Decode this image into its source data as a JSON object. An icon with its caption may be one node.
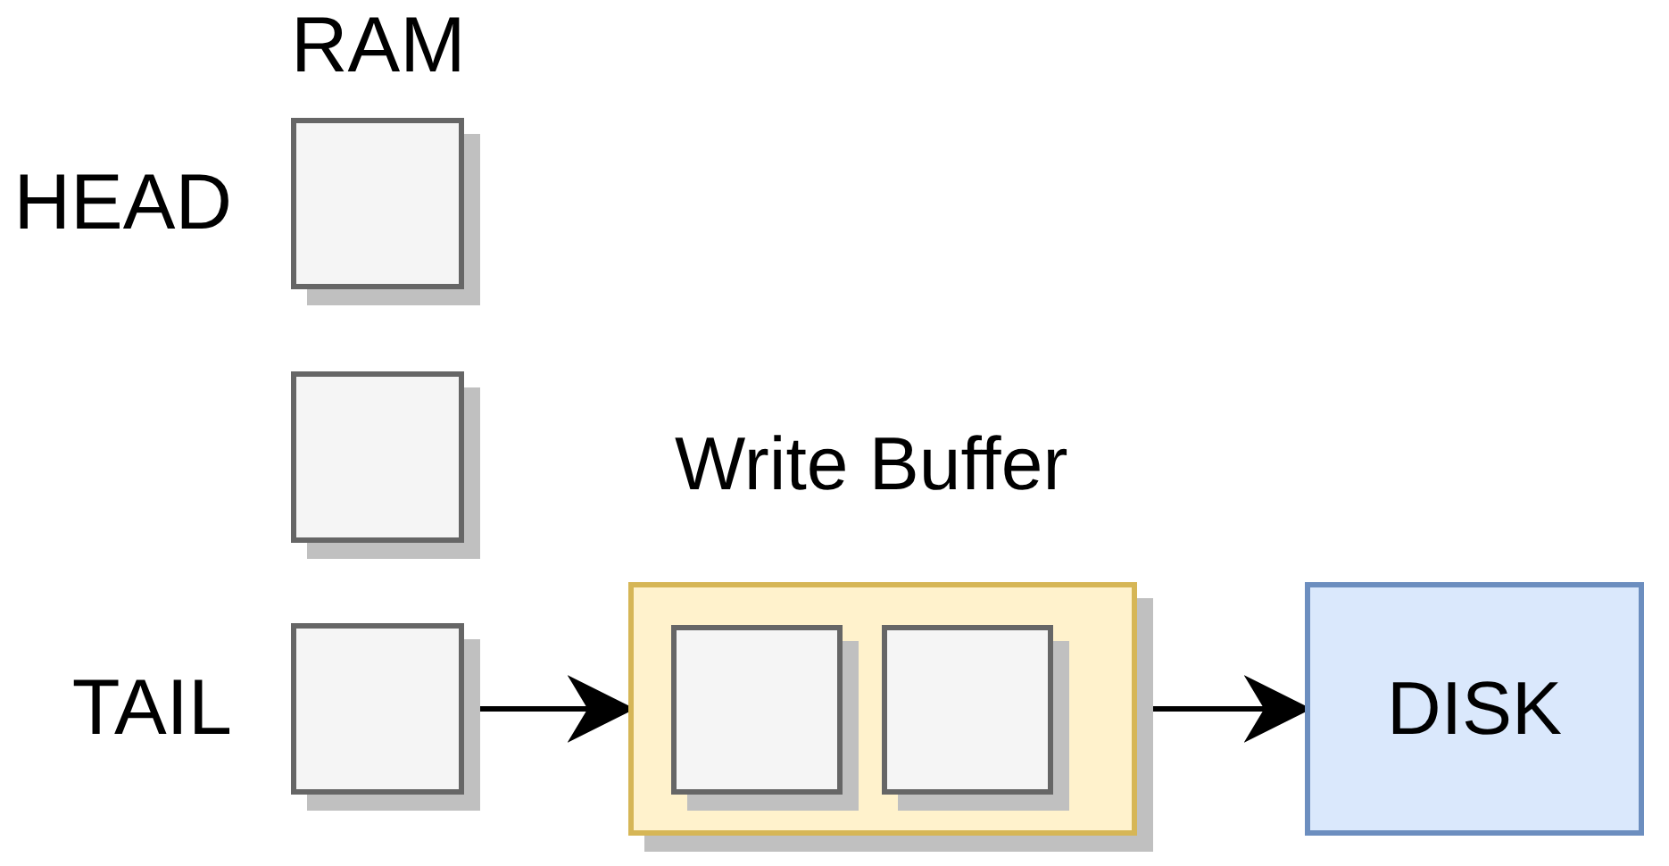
{
  "diagram": {
    "nodes": [
      {
        "text": [],
        "shape": "box",
        "beside": [
          "HEAD"
        ]
      },
      {
        "text": [],
        "shape": "box"
      },
      {
        "text": [],
        "shape": "box",
        "beside": [
          "TAIL"
        ]
      },
      {
        "text": [
          "Write Buffer"
        ]
      },
      {
        "text": [],
        "shape": "box",
        "in": 3
      },
      {
        "text": [],
        "shape": "box",
        "in": 3
      },
      {
        "text": [
          "DISK"
        ]
      }
    ],
    "edges": [
      {
        "from": 2,
        "to": 3,
        "arrow": "to"
      },
      {
        "from": 3,
        "to": 6,
        "arrow": "to"
      }
    ],
    "labels": [
      "RAM"
    ]
  }
}
